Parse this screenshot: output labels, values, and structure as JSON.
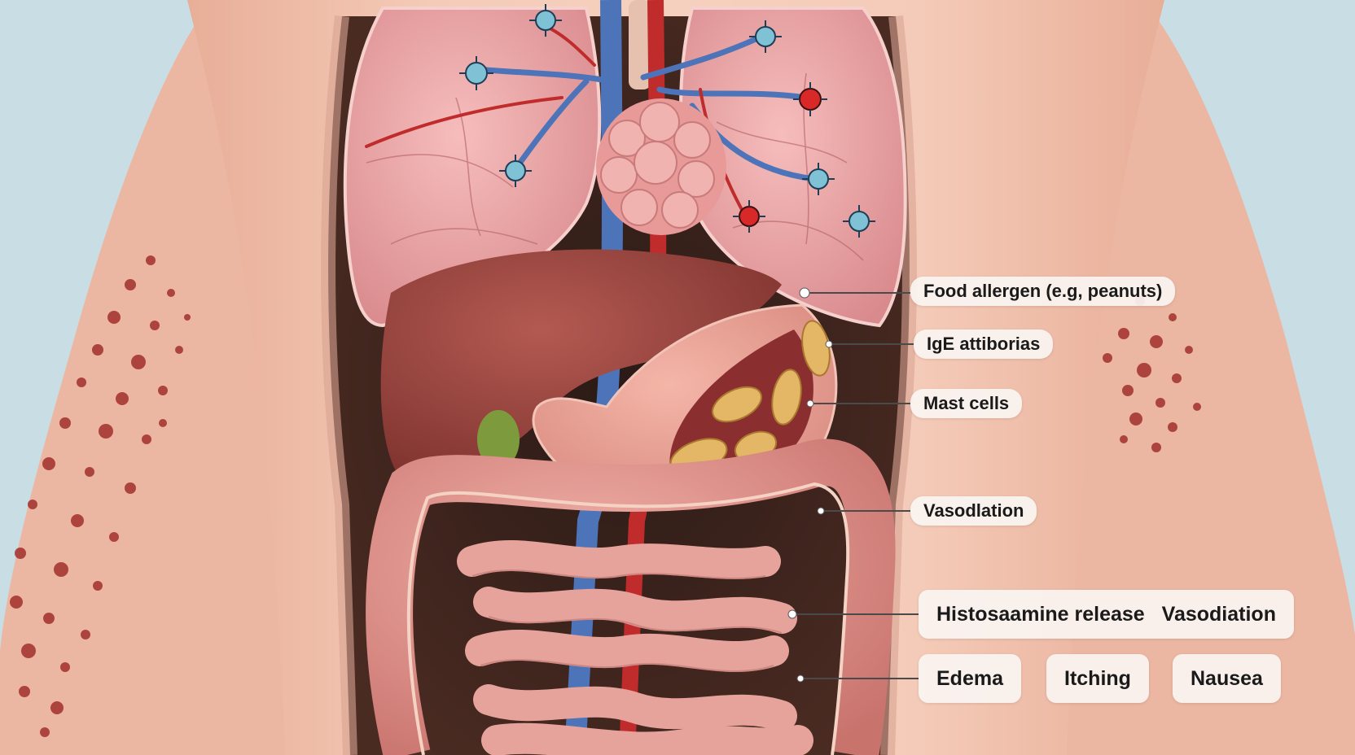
{
  "labels": {
    "food_allergen": "Food allergen (e.g, peanuts)",
    "ige_antibodies": "IgE attiborias",
    "mast_cells": "Mast cells",
    "vasodilation": "Vasodlation",
    "histamine_release": "Histosaamine release",
    "vasodilation_2": "Vasodiation",
    "edema": "Edema",
    "itching": "Itching",
    "nausea": "Nausea"
  },
  "colors": {
    "background": "#c9dee4",
    "skin": "#f1c1ad",
    "lung": "#eba4a6",
    "liver": "#9e4640",
    "intestine": "#e49991",
    "vein": "#4d74b8",
    "artery": "#c02c2c",
    "peanut": "#e3b766",
    "rash": "#a2302c",
    "immune_cell": "#7fc2d6",
    "allergen_cell": "#d92828"
  }
}
